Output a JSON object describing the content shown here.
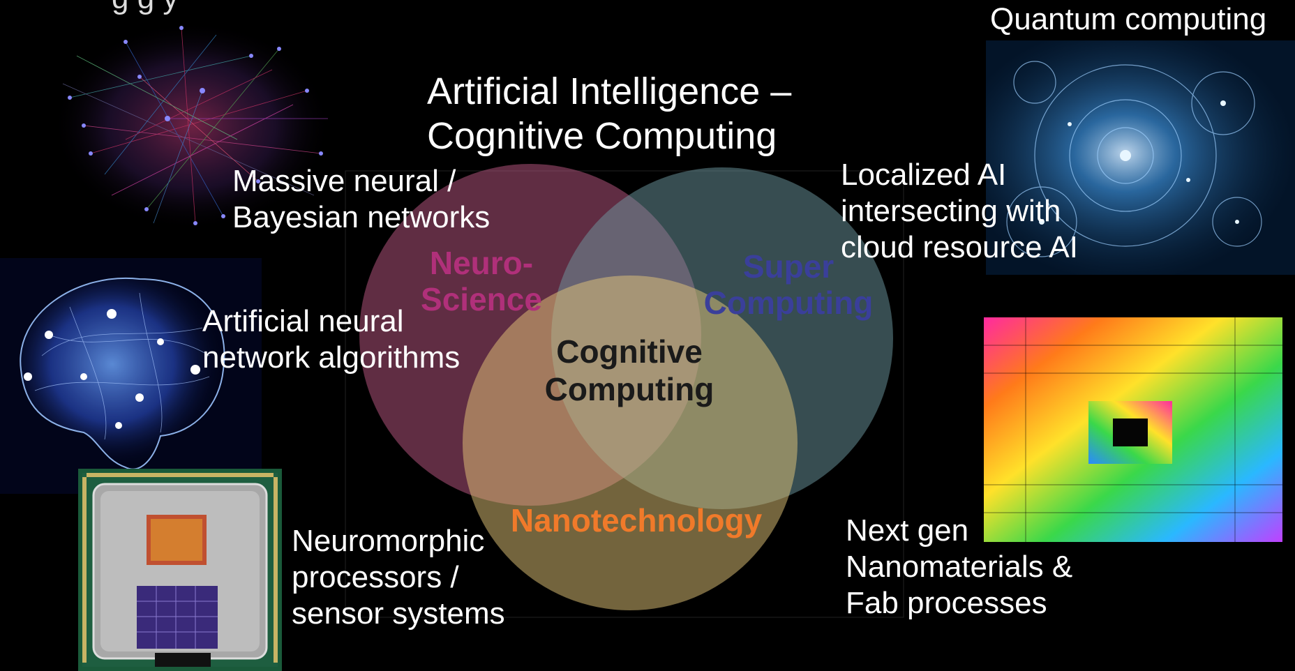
{
  "title": "Artificial Intelligence –\nCognitive Computing",
  "top_left_cutoff": "g   g   y",
  "quantum_label": "Quantum computing",
  "venn": {
    "circles": [
      {
        "name": "neuro",
        "label_line1": "Neuro-",
        "label_line2": "Science",
        "fill": "#c05a86",
        "text_color": "#b0307a"
      },
      {
        "name": "super",
        "label_line1": "Super",
        "label_line2": "Computing",
        "fill": "#6e9aa2",
        "text_color": "#3a3f9a"
      },
      {
        "name": "nano",
        "label_line1": "Nanotechnology",
        "fill": "#e6c77a",
        "text_color": "#f07a2a"
      }
    ],
    "center_line1": "Cognitive",
    "center_line2": "Computing",
    "center_color": "#1a1a1a"
  },
  "annotations": {
    "massive_networks": "Massive neural /\nBayesian networks",
    "artificial_nn": "Artificial neural\nnetwork algorithms",
    "neuromorphic": "Neuromorphic\nprocessors /\nsensor systems",
    "localized_ai": "Localized AI\nintersecting with\ncloud resource AI",
    "next_gen": "Next gen\nNanomaterials &\nFab processes"
  },
  "icons": {
    "network_graph": "network-graph-image",
    "brain": "glowing-brain-image",
    "chip": "processor-chip-image",
    "quantum": "quantum-fractal-image",
    "nanostructure": "rainbow-nanostructure-image"
  }
}
